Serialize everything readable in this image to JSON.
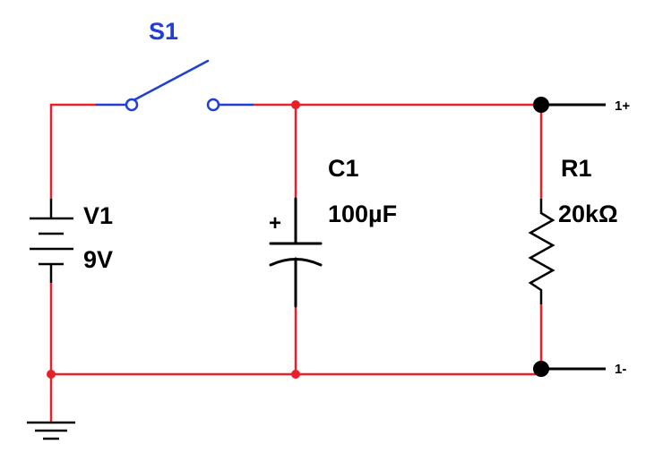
{
  "colors": {
    "wire": "#e8202a",
    "switch": "#1f3fd6",
    "component": "#000000",
    "switch_label": "#1f3fd6"
  },
  "switch": {
    "name": "S1",
    "state": "open"
  },
  "source": {
    "name": "V1",
    "value": "9V"
  },
  "capacitor": {
    "name": "C1",
    "value": "100µF",
    "polarity_mark": "+"
  },
  "resistor": {
    "name": "R1",
    "value": "20kΩ"
  },
  "terminals": {
    "positive": "1+",
    "negative": "1-"
  },
  "icons": [
    "ground-icon",
    "battery-icon",
    "capacitor-icon",
    "resistor-icon",
    "switch-icon",
    "junction-dot-icon",
    "terminal-icon"
  ]
}
